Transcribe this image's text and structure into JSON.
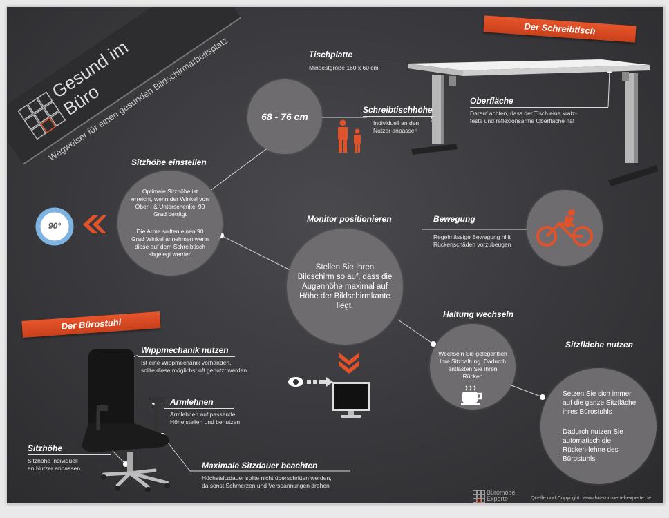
{
  "logo": {
    "title_line1": "Gesund im",
    "title_line2": "Büro",
    "subtitle": "Wegweiser für einen gesunden Bildschirmarbeitsplatz"
  },
  "desk_ribbon": "Der Schreibtisch",
  "chair_ribbon": "Der Bürostuhl",
  "tischplatte": {
    "title": "Tischplatte",
    "text": "Mindestgröße 160 x 60 cm"
  },
  "oberflaeche": {
    "title": "Oberfläche",
    "text1": "Darauf achten, dass der Tisch eine kratz-",
    "text2": "feste und reflexionsarme Oberfläche hat"
  },
  "hoehe_circle": "68 - 76 cm",
  "schreibtischhoehe": {
    "title": "Schreibtischhöhe",
    "text1": "Individuell an den",
    "text2": "Nutzer anpassen"
  },
  "sitzhoehe_einstellen": {
    "title": "Sitzhöhe einstellen",
    "p1": "Optimale Sitzhöhe ist erreicht, wenn der Winkel von Ober - & Unterschenkel 90 Grad beträgt",
    "p2": "Die Arme sollten einen 90 Grad Winkel annehmen wenn diese auf dem Schreibtisch abgelegt werden"
  },
  "angle_label": "90°",
  "monitor": {
    "title": "Monitor positionieren",
    "text": "Stellen Sie Ihren Bildschirm so auf, dass die Augenhöhe maximal auf Höhe der Bildschirmkante liegt."
  },
  "bewegung": {
    "title": "Bewegung",
    "text1": "Regelmässige Bewegung hilft",
    "text2": "Rückenschäden vorzubeugen"
  },
  "haltung": {
    "title": "Haltung wechseln",
    "text": "Wechseln Sie gelegentlich Ihre Sitzhaltung. Dadurch entlasten Sie Ihren Rücken"
  },
  "sitzflaeche": {
    "title": "Sitzfläche nutzen",
    "p1": "Setzen Sie sich immer auf die ganze Sitzfläche ihres Bürostuhls",
    "p2": "Dadurch nutzen Sie automatisch die Rücken-lehne des Bürostuhls"
  },
  "wipp": {
    "title": "Wippmechanik nutzen",
    "text1": "Ist eine Wippmechanik vorhanden,",
    "text2": "sollte diese möglichst oft genutzt werden."
  },
  "armlehnen": {
    "title": "Armlehnen",
    "text1": "Armlehnen auf passende",
    "text2": "Höhe stellen und benutzen"
  },
  "sitzhoehe": {
    "title": "Sitzhöhe",
    "text1": "Sitzhöhe individuell",
    "text2": "an Nutzer anpassen"
  },
  "sitzdauer": {
    "title": "Maximale Sitzdauer beachten",
    "text1": "Höchstsitzdauer sollte nicht überschritten werden,",
    "text2": "da sonst Schmerzen und Verspannungen drohen"
  },
  "brand": {
    "line1": "Büromöbel",
    "line2": "Experte"
  },
  "copyright": "Quelle und Copyright: www.bueromoebel-experte.de",
  "colors": {
    "accent": "#e0532a",
    "circle": "#6f6c6f",
    "background": "#3a3a3e"
  },
  "icons": [
    "persons-icon",
    "bicycle-icon",
    "coffee-cup-icon",
    "eye-icon",
    "monitor-icon",
    "gauge-icon",
    "chevron-left-icon",
    "chevron-down-icon",
    "desk-image",
    "office-chair-image"
  ]
}
